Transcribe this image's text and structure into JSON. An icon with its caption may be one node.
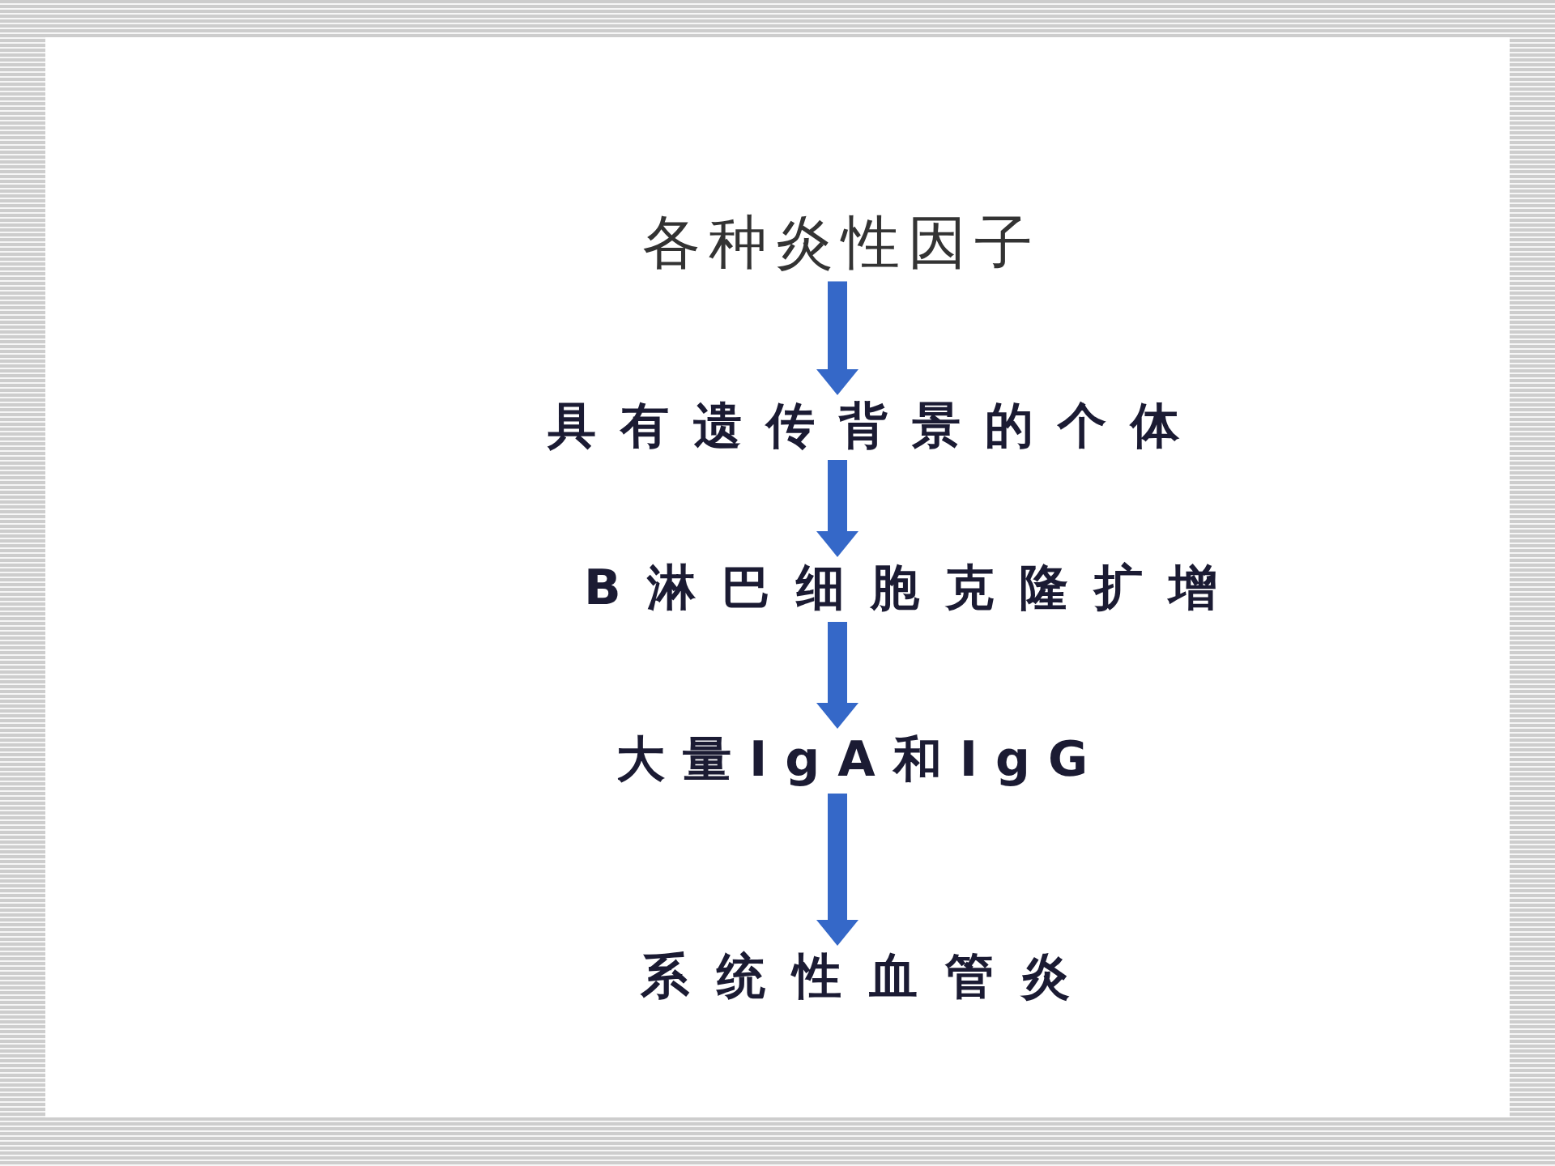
{
  "diagram": {
    "nodes": [
      {
        "text": [
          "各种炎性因子"
        ]
      },
      {
        "text": [
          "具有遗传背景的个体"
        ]
      },
      {
        "text": [
          "B淋巴细胞克隆扩增"
        ]
      },
      {
        "text": [
          "大量IgA和IgG"
        ]
      },
      {
        "text": [
          "系统性血管炎"
        ]
      }
    ],
    "edges": [
      {
        "from": 0,
        "to": 1,
        "arrow": "to"
      },
      {
        "from": 1,
        "to": 2,
        "arrow": "to"
      },
      {
        "from": 2,
        "to": 3,
        "arrow": "to"
      },
      {
        "from": 3,
        "to": 4,
        "arrow": "to"
      }
    ]
  }
}
